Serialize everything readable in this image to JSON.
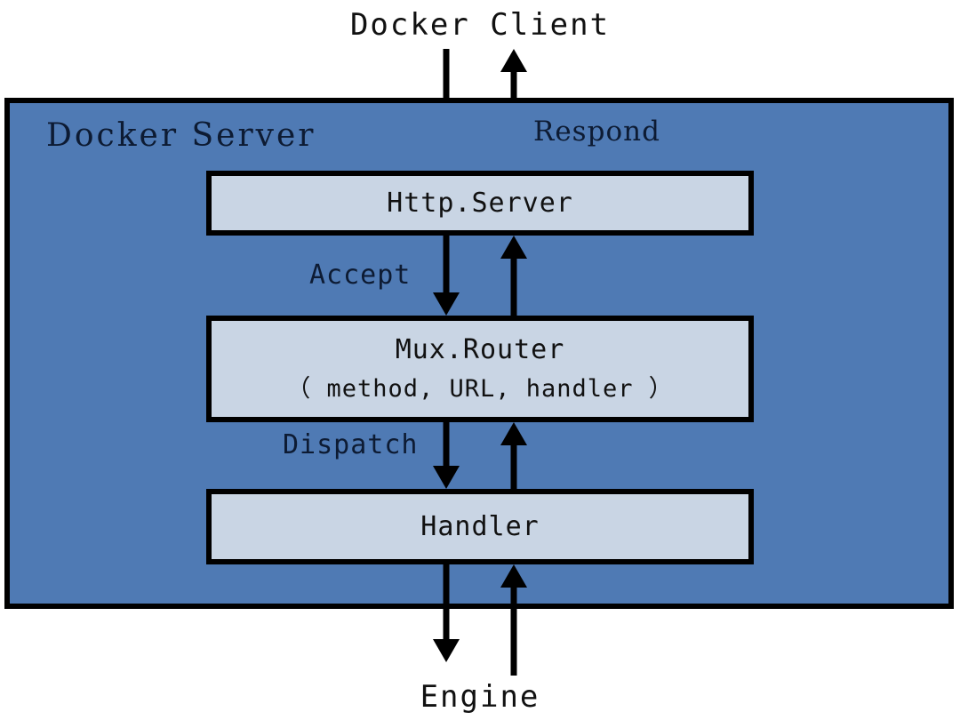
{
  "diagram": {
    "title_top": "Docker Client",
    "title_bottom": "Engine",
    "panel": {
      "label": "Docker Server",
      "fill_color": "#4F7AB4",
      "border_color": "#000000"
    },
    "box_fill_color": "#C9D5E4",
    "text_color": "#111111",
    "label_text_color": "#0D1B33",
    "boxes": [
      {
        "title": "Http.Server",
        "subtitle": ""
      },
      {
        "title": "Mux.Router",
        "subtitle": "（ method, URL, handler ）"
      },
      {
        "title": "Handler",
        "subtitle": ""
      }
    ],
    "edge_labels": {
      "respond": "Respond",
      "accept": "Accept",
      "dispatch": "Dispatch"
    },
    "arrows": {
      "request_direction": "down",
      "response_direction": "up"
    }
  }
}
